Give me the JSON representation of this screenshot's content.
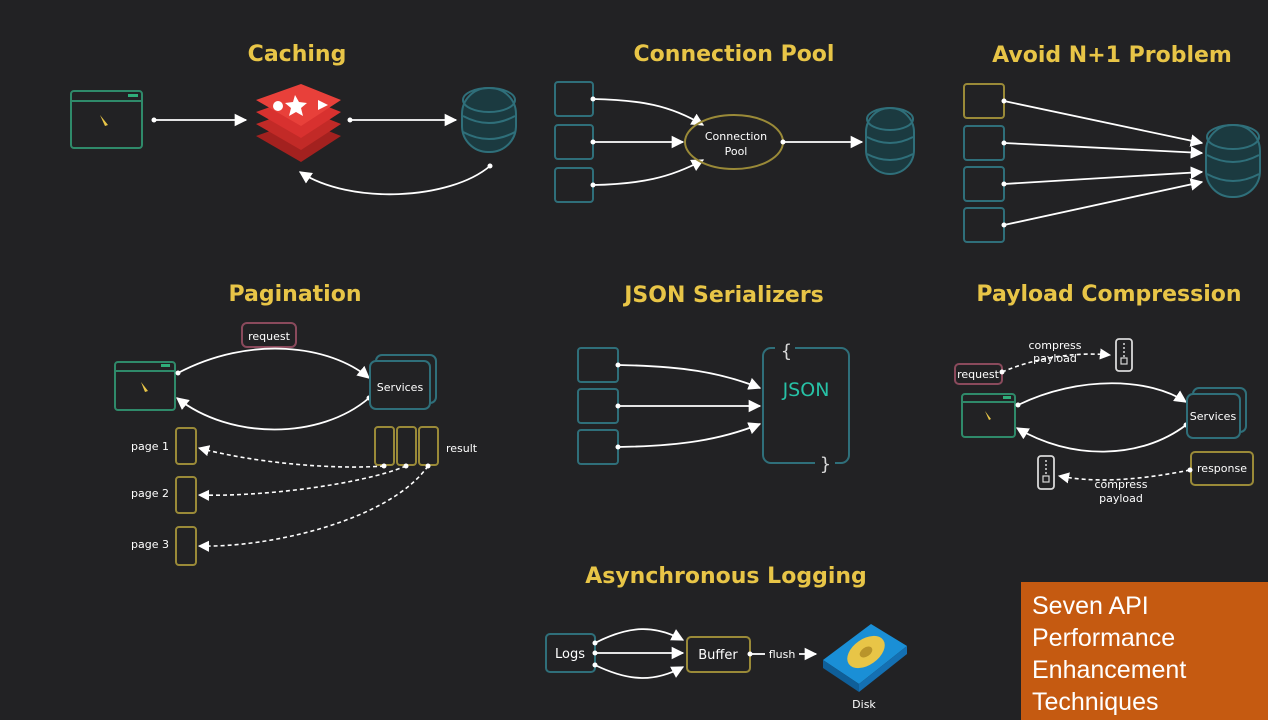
{
  "diagram": {
    "sections": {
      "caching": {
        "title": "Caching"
      },
      "connection_pool": {
        "title": "Connection Pool",
        "pool_label_line1": "Connection",
        "pool_label_line2": "Pool"
      },
      "n_plus_one": {
        "title": "Avoid N+1 Problem"
      },
      "pagination": {
        "title": "Pagination",
        "request": "request",
        "services": "Services",
        "result": "result",
        "pages": [
          "page 1",
          "page 2",
          "page 3"
        ]
      },
      "json_serializers": {
        "title": "JSON Serializers",
        "json_label": "JSON",
        "open_brace": "{",
        "close_brace": "}"
      },
      "payload_compression": {
        "title": "Payload Compression",
        "compress_top_line1": "compress",
        "compress_top_line2": "payload",
        "request": "request",
        "services": "Services",
        "response": "response",
        "compress_bottom_line1": "compress",
        "compress_bottom_line2": "payload"
      },
      "async_logging": {
        "title": "Asynchronous Logging",
        "logs": "Logs",
        "buffer": "Buffer",
        "flush": "flush",
        "disk": "Disk"
      }
    },
    "colors": {
      "title": "#e8c547",
      "box_cyan": "#2f6f7a",
      "box_yellow": "#9a8a38",
      "box_pink": "#8a4a5c",
      "json_text": "#27c2a6",
      "redis_red": "#d8312f",
      "caption_bg": "#c55a11"
    }
  },
  "caption": {
    "line1": "Seven API",
    "line2": "Performance",
    "line3": "Enhancement",
    "line4": "Techniques"
  }
}
